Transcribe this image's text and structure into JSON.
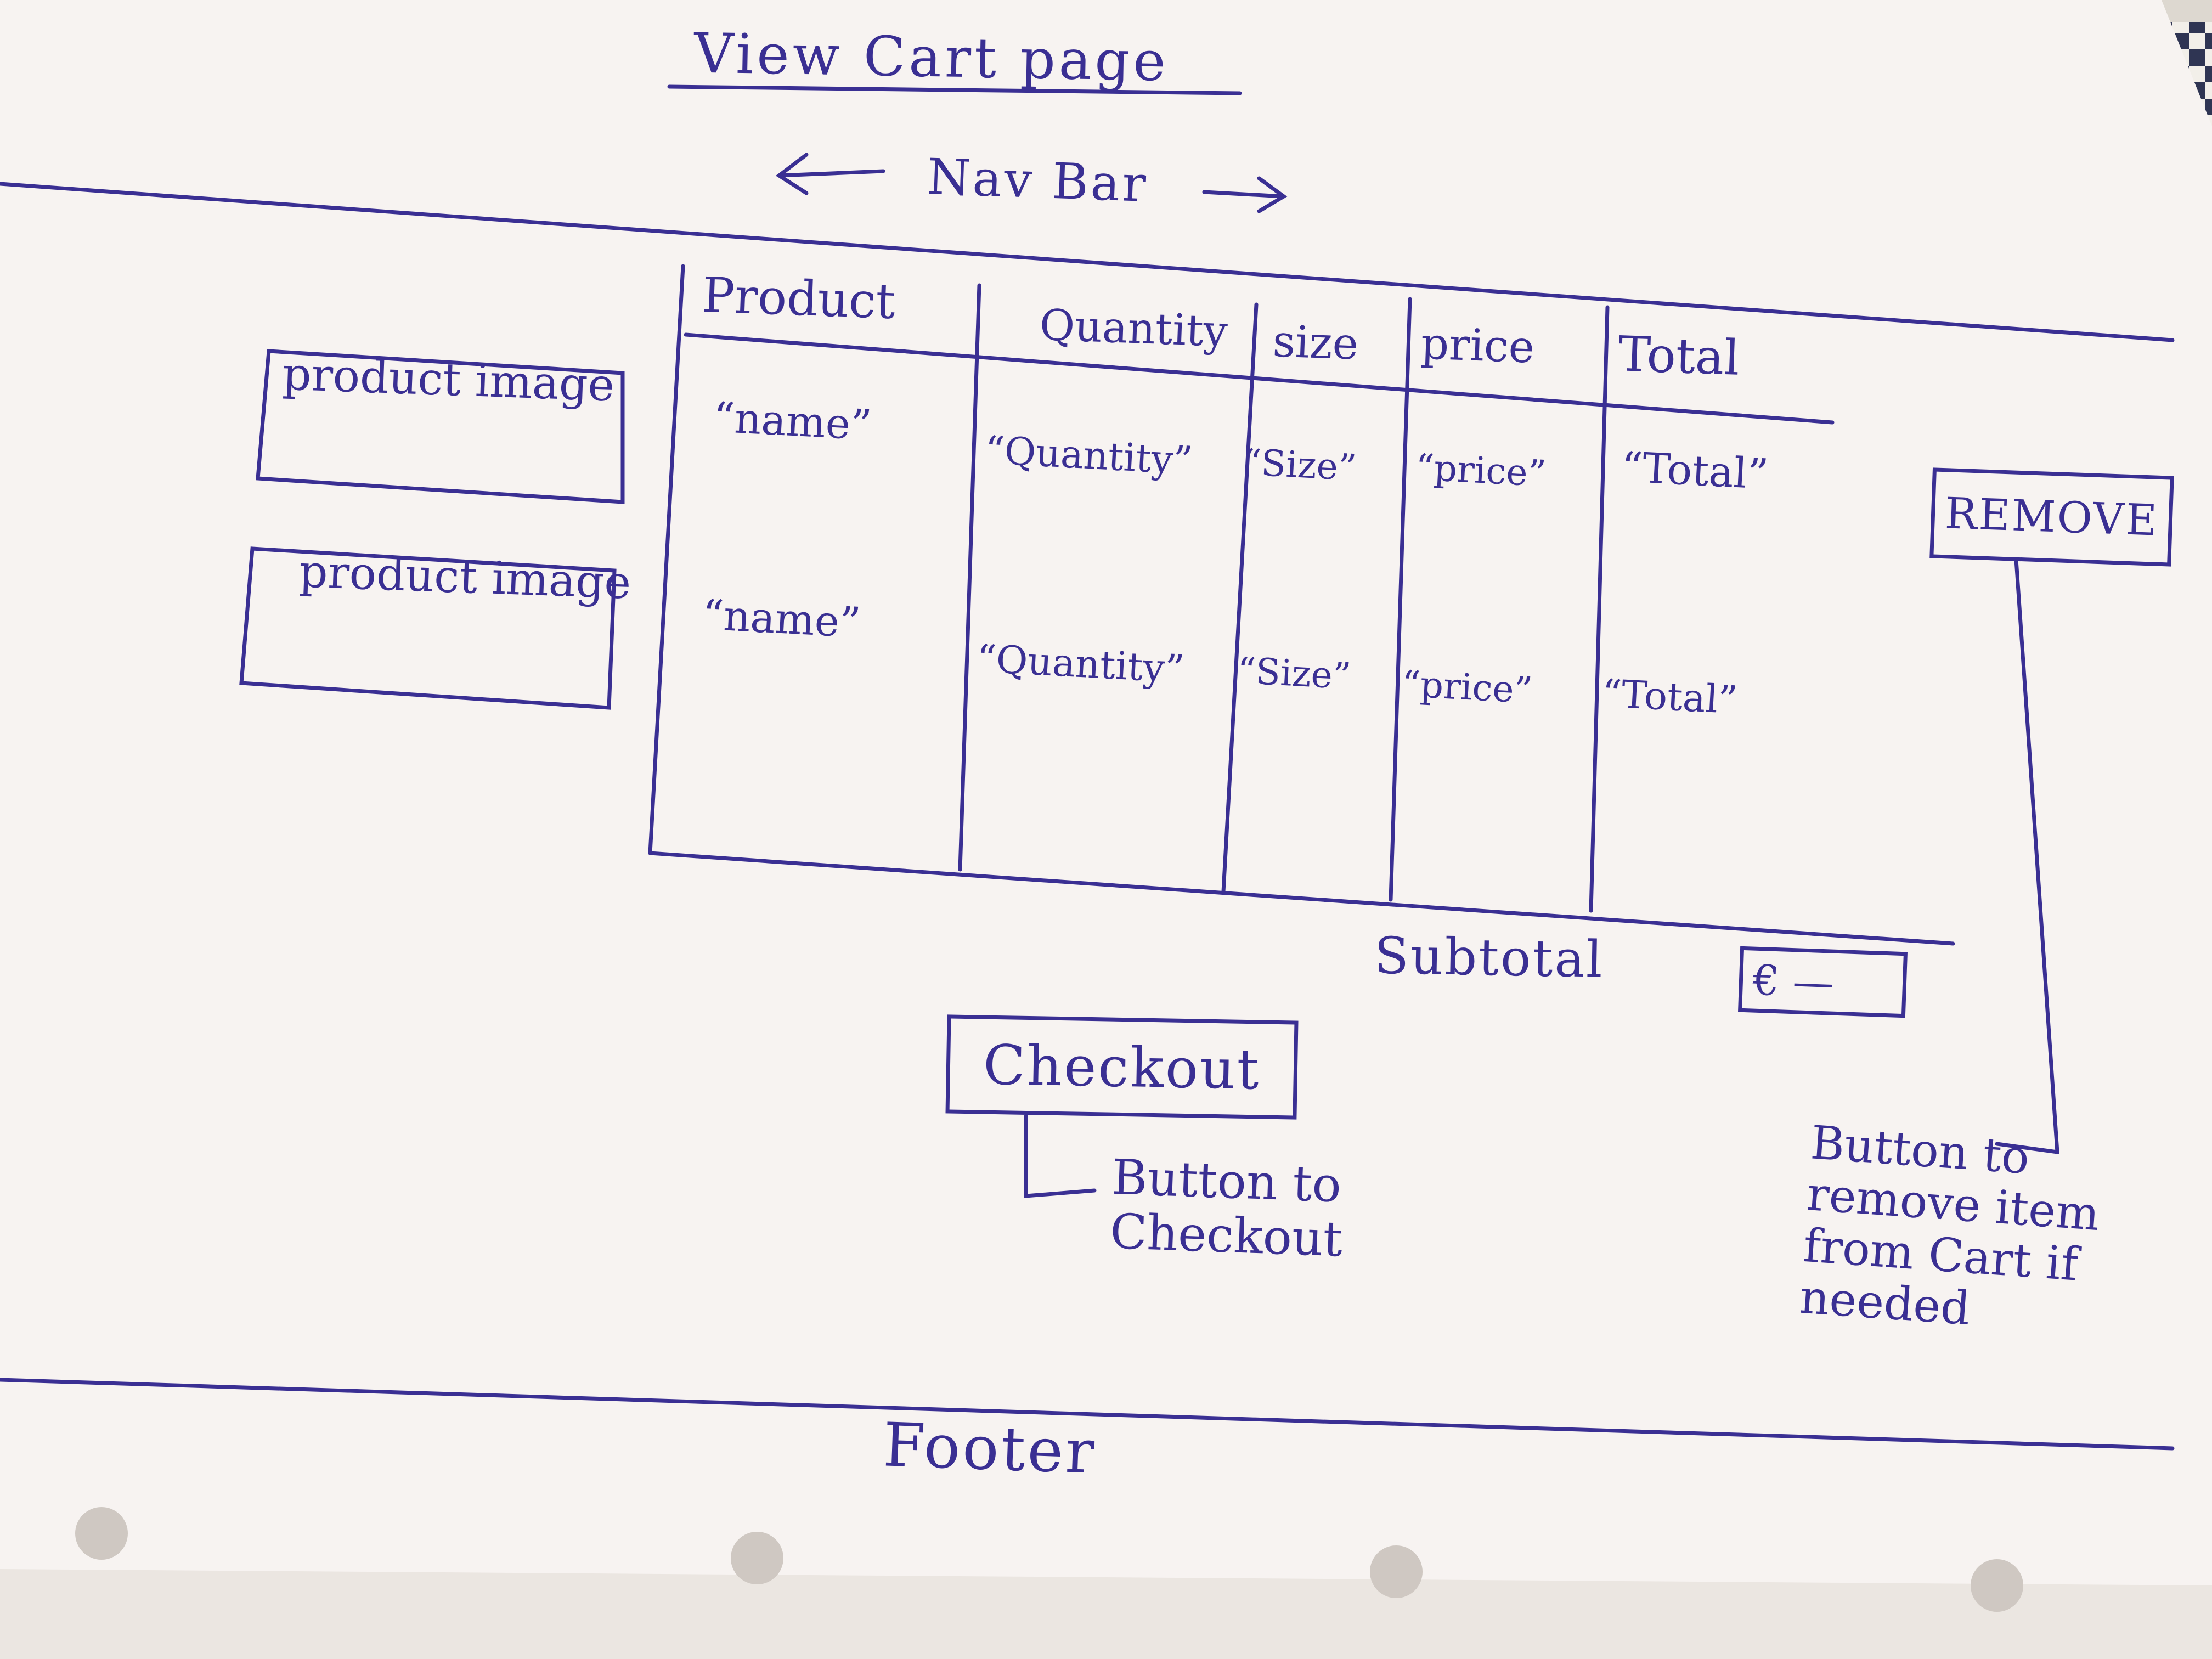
{
  "page": {
    "title": "View Cart page",
    "nav": "← Nav Bar →"
  },
  "product_images": [
    "product image",
    "product image"
  ],
  "table": {
    "headers": [
      "Product",
      "Quantity",
      "size",
      "price",
      "Total"
    ],
    "rows": [
      [
        "“name”",
        "“Quantity”",
        "“Size”",
        "“price”",
        "“Total”"
      ],
      [
        "“name”",
        "“Quantity”",
        "“Size”",
        "“price”",
        "“Total”"
      ]
    ]
  },
  "remove_button": {
    "label": "REMOVE",
    "note": "Button to remove item from Cart if needed"
  },
  "subtotal": {
    "label": "Subtotal",
    "value": "€ —"
  },
  "checkout_button": {
    "label": "Checkout",
    "note": "Button to Checkout"
  },
  "footer": {
    "label": "Footer"
  },
  "colors": {
    "ink": "#3a2f93",
    "paper": "#f7f3f1",
    "background": "#d9d4cc"
  }
}
